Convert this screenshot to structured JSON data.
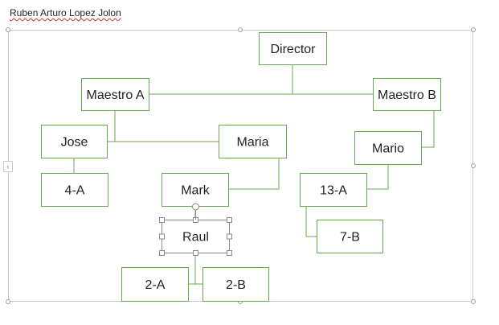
{
  "document": {
    "author_line": "Ruben Arturo Lopez Jolon"
  },
  "colors": {
    "connector": "#6aa84f",
    "frame": "#c8c8c8",
    "spellcheck": "#d9302c",
    "selection": "#888888"
  },
  "icons": {
    "side_toggle": "chevron-left-icon",
    "rotate": "rotate-handle-icon"
  },
  "org_chart": {
    "nodes": [
      {
        "id": "director",
        "label": "Director"
      },
      {
        "id": "maestro-a",
        "label": "Maestro A"
      },
      {
        "id": "maestro-b",
        "label": "Maestro B"
      },
      {
        "id": "jose",
        "label": "Jose"
      },
      {
        "id": "maria",
        "label": "Maria"
      },
      {
        "id": "mario",
        "label": "Mario"
      },
      {
        "id": "4a",
        "label": "4-A"
      },
      {
        "id": "mark",
        "label": "Mark"
      },
      {
        "id": "13a",
        "label": "13-A"
      },
      {
        "id": "raul",
        "label": "Raul",
        "selected": true
      },
      {
        "id": "7b",
        "label": "7-B"
      },
      {
        "id": "2a",
        "label": "2-A"
      },
      {
        "id": "2b",
        "label": "2-B"
      }
    ],
    "edges": [
      {
        "from": "director",
        "to": "maestro-a"
      },
      {
        "from": "director",
        "to": "maestro-b"
      },
      {
        "from": "maestro-a",
        "to": "jose"
      },
      {
        "from": "maestro-a",
        "to": "maria"
      },
      {
        "from": "maestro-b",
        "to": "mario"
      },
      {
        "from": "jose",
        "to": "4a"
      },
      {
        "from": "maria",
        "to": "mark"
      },
      {
        "from": "mario",
        "to": "13a"
      },
      {
        "from": "mark",
        "to": "raul"
      },
      {
        "from": "13a",
        "to": "7b"
      },
      {
        "from": "raul",
        "to": "2a"
      },
      {
        "from": "raul",
        "to": "2b"
      }
    ]
  }
}
